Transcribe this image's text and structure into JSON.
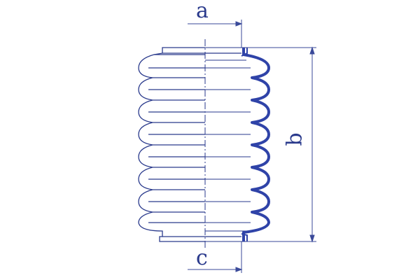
{
  "labels": {
    "a": "a",
    "b": "b",
    "c": "c"
  },
  "colors": {
    "outline": "#2a3a8c",
    "section": "#2f43a8",
    "dimension": "#3a4a9a",
    "body": "#ffffff"
  },
  "part": {
    "convolution_count": 8
  }
}
